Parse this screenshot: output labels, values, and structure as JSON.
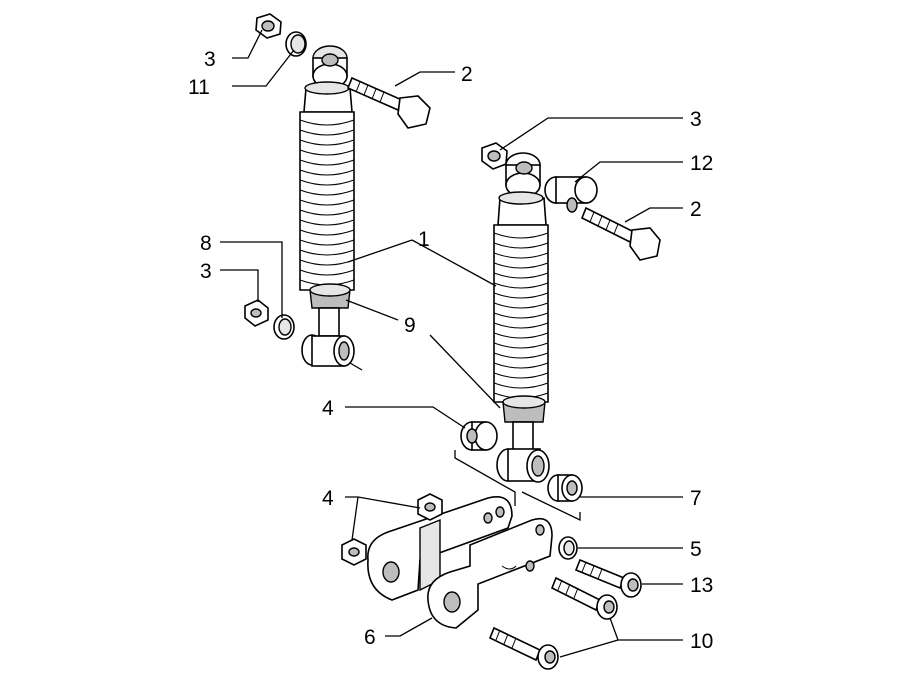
{
  "diagram": {
    "callouts": {
      "c1": "1",
      "c2a": "2",
      "c2b": "2",
      "c3a": "3",
      "c3b": "3",
      "c3c": "3",
      "c4a": "4",
      "c4b": "4",
      "c5": "5",
      "c6": "6",
      "c7": "7",
      "c8": "8",
      "c9": "9",
      "c10": "10",
      "c11": "11",
      "c12": "12",
      "c13": "13"
    },
    "colors": {
      "line": "#000000",
      "part_fill": "#ffffff",
      "shade_fill": "#e6e6e6",
      "dark_fill": "#bdbdbd"
    }
  }
}
